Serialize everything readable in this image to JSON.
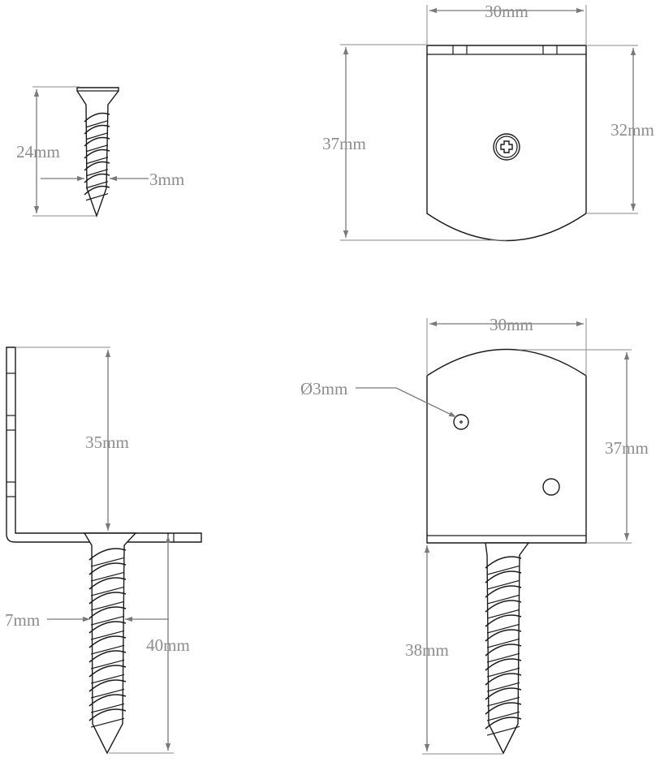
{
  "labels": {
    "small_screw_length": "24mm",
    "small_screw_diameter": "3mm",
    "top_width": "30mm",
    "top_height": "37mm",
    "top_inner_height": "32mm",
    "side_height": "35mm",
    "side_screw_diameter": "7mm",
    "side_screw_length": "40mm",
    "bottom_width": "30mm",
    "hole_diameter": "Ø3mm",
    "bottom_height": "37mm",
    "bottom_screw_length": "38mm"
  },
  "colors": {
    "outline": "#1a1a1a",
    "dimension": "#7a7a7a",
    "label": "#8c8c8c"
  }
}
